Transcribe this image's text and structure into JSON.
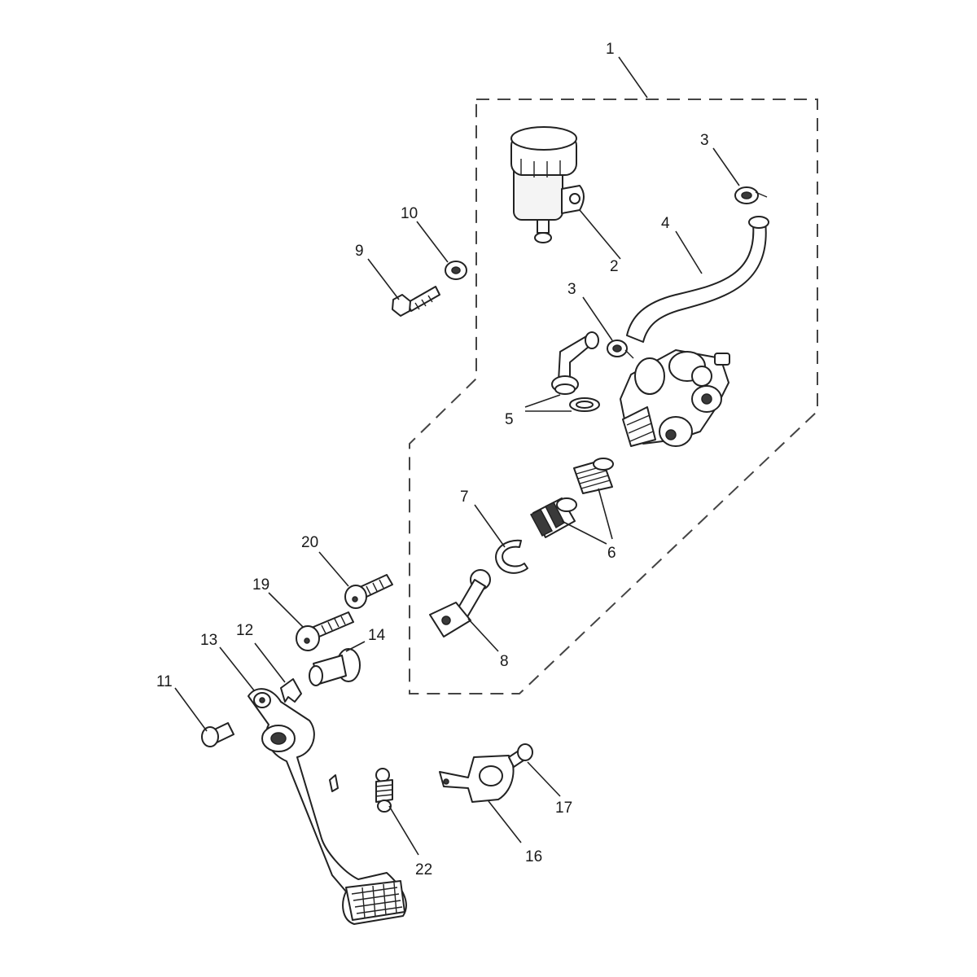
{
  "diagram": {
    "callouts": [
      {
        "id": "c1",
        "text": "1"
      },
      {
        "id": "c2",
        "text": "2"
      },
      {
        "id": "c3a",
        "text": "3"
      },
      {
        "id": "c3b",
        "text": "3"
      },
      {
        "id": "c4",
        "text": "4"
      },
      {
        "id": "c5",
        "text": "5"
      },
      {
        "id": "c6",
        "text": "6"
      },
      {
        "id": "c7",
        "text": "7"
      },
      {
        "id": "c8",
        "text": "8"
      },
      {
        "id": "c9",
        "text": "9"
      },
      {
        "id": "c10",
        "text": "10"
      },
      {
        "id": "c11",
        "text": "11"
      },
      {
        "id": "c12",
        "text": "12"
      },
      {
        "id": "c13",
        "text": "13"
      },
      {
        "id": "c14",
        "text": "14"
      },
      {
        "id": "c16",
        "text": "16"
      },
      {
        "id": "c17",
        "text": "17"
      },
      {
        "id": "c19",
        "text": "19"
      },
      {
        "id": "c20",
        "text": "20"
      },
      {
        "id": "c22",
        "text": "22"
      }
    ]
  }
}
